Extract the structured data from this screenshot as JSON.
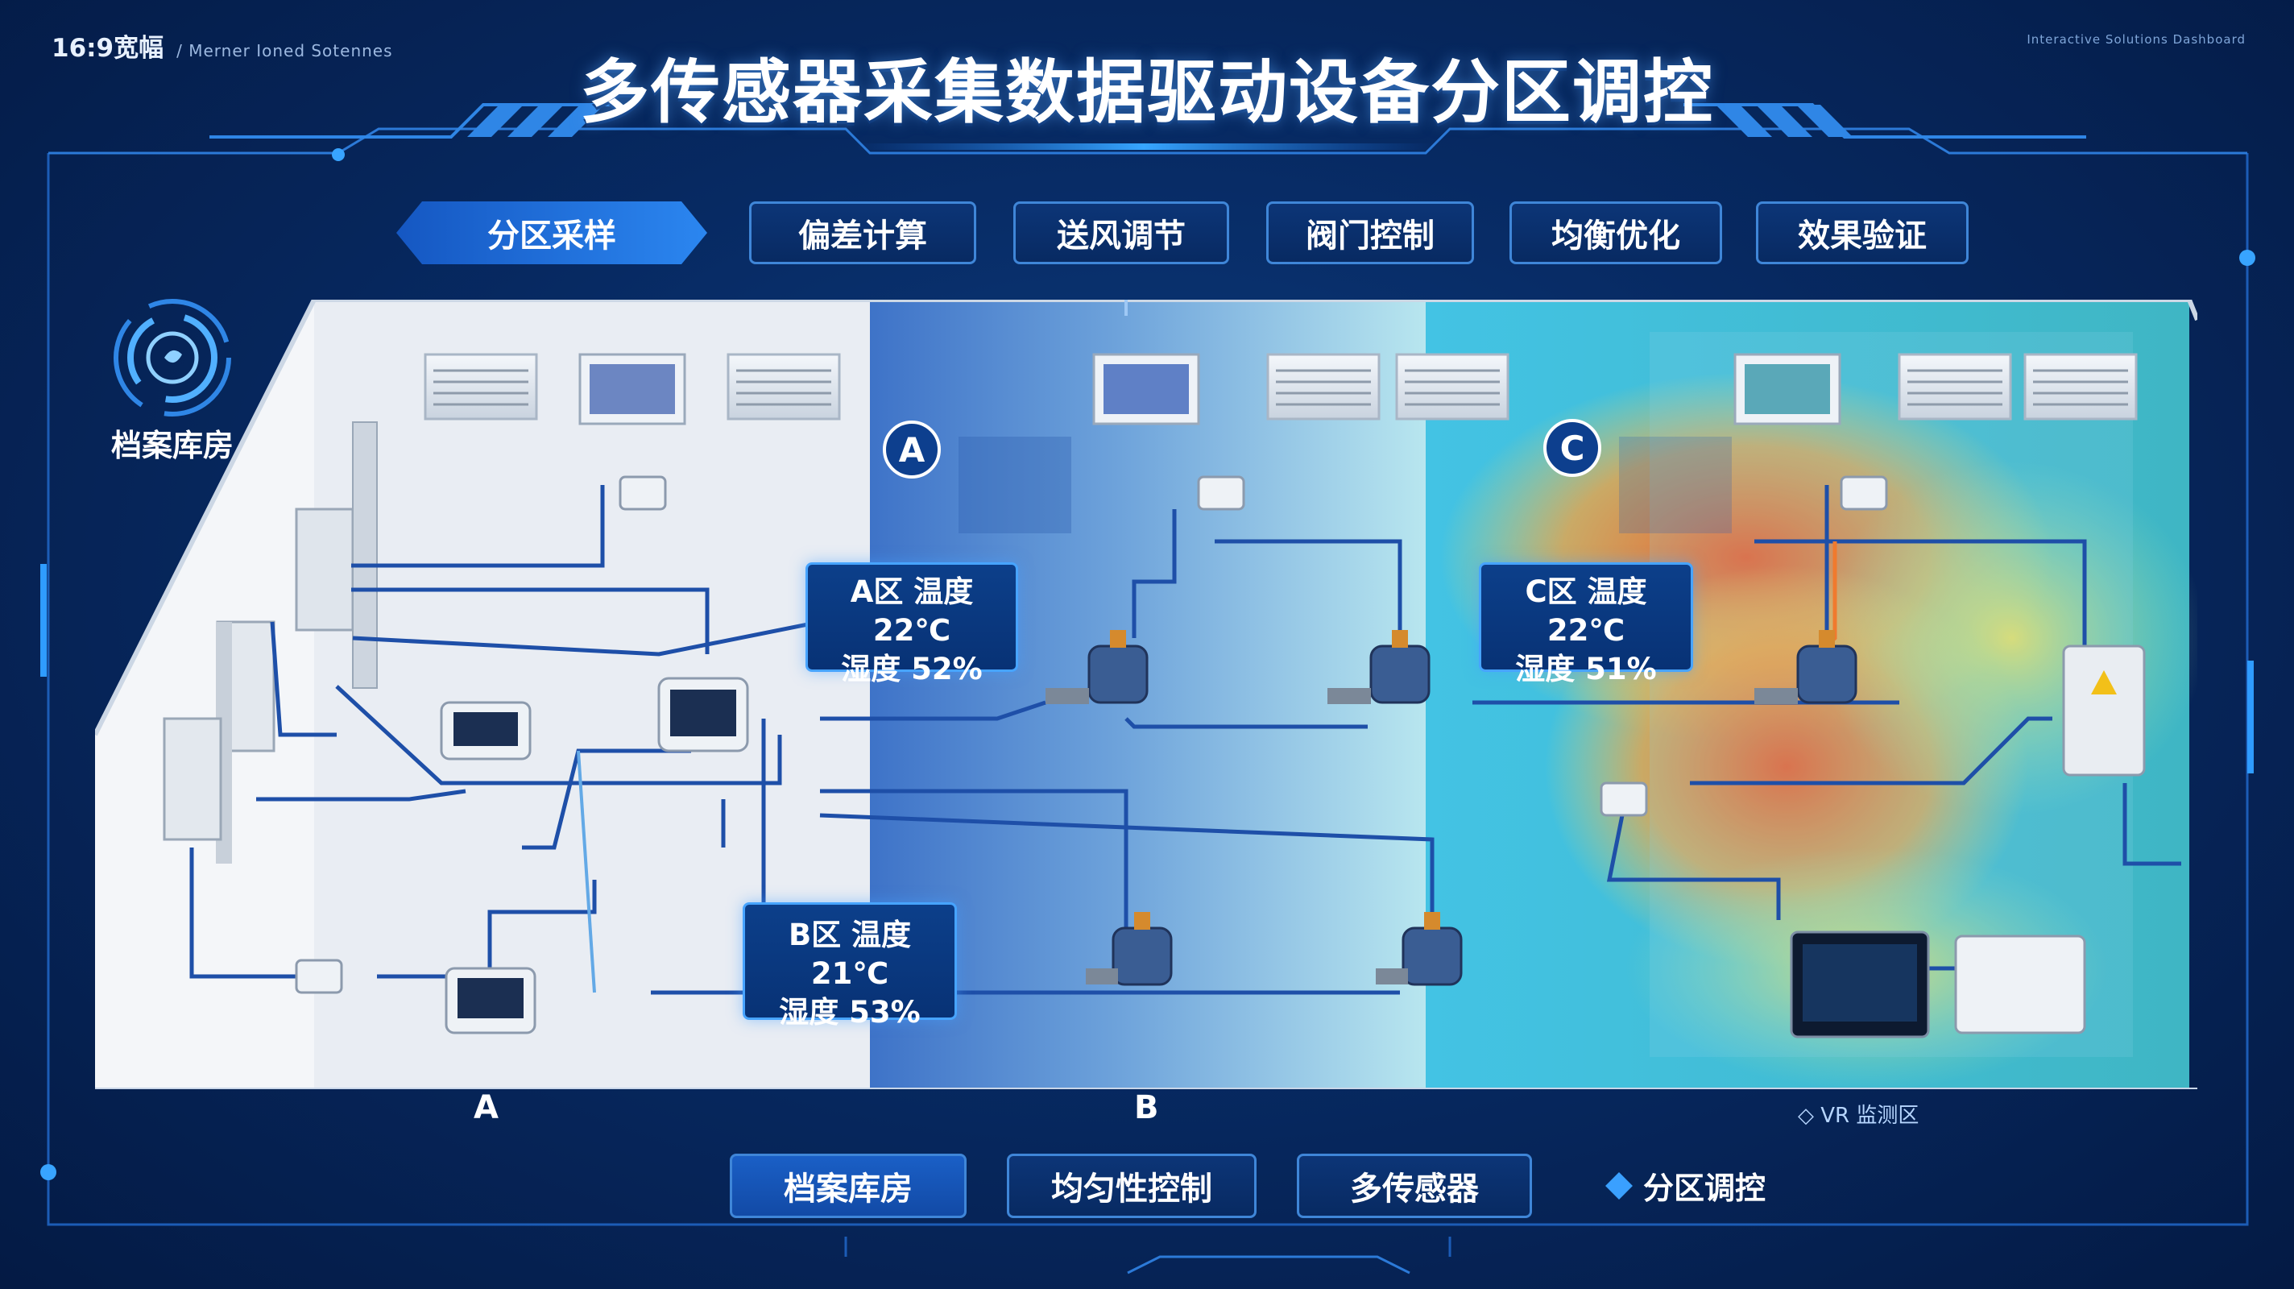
{
  "header": {
    "aspect_tag": "16:9宽幅",
    "aspect_sub": "/ Merner Ioned Sotennes",
    "corner_text": "Interactive Solutions Dashboard",
    "title": "多传感器采集数据驱动设备分区调控"
  },
  "steps": [
    {
      "label": "分区采样",
      "active": true
    },
    {
      "label": "偏差计算"
    },
    {
      "label": "送风调节"
    },
    {
      "label": "阀门控制"
    },
    {
      "label": "均衡优化"
    },
    {
      "label": "效果验证"
    }
  ],
  "logo": {
    "label": "档案库房",
    "icon": "archive-ring-icon"
  },
  "zones": {
    "A": {
      "badge": "A",
      "label": "A",
      "temp_line": "A区 温度 22℃",
      "hum_line": "湿度 52%"
    },
    "B": {
      "label": "B",
      "temp_line": "B区 温度 21℃",
      "hum_line": "湿度 53%"
    },
    "C": {
      "badge": "C",
      "temp_line": "C区 温度 22℃",
      "hum_line": "湿度 51%"
    }
  },
  "floor_note": "◇ VR 监测区",
  "bottom": {
    "buttons": [
      "档案库房",
      "均匀性控制",
      "多传感器"
    ],
    "legend": "分区调控"
  },
  "colors": {
    "accent": "#2b86f0",
    "panel_border": "#3f86d8",
    "heat_warm": "#f26a2e",
    "heat_cool": "#54c6e6"
  }
}
